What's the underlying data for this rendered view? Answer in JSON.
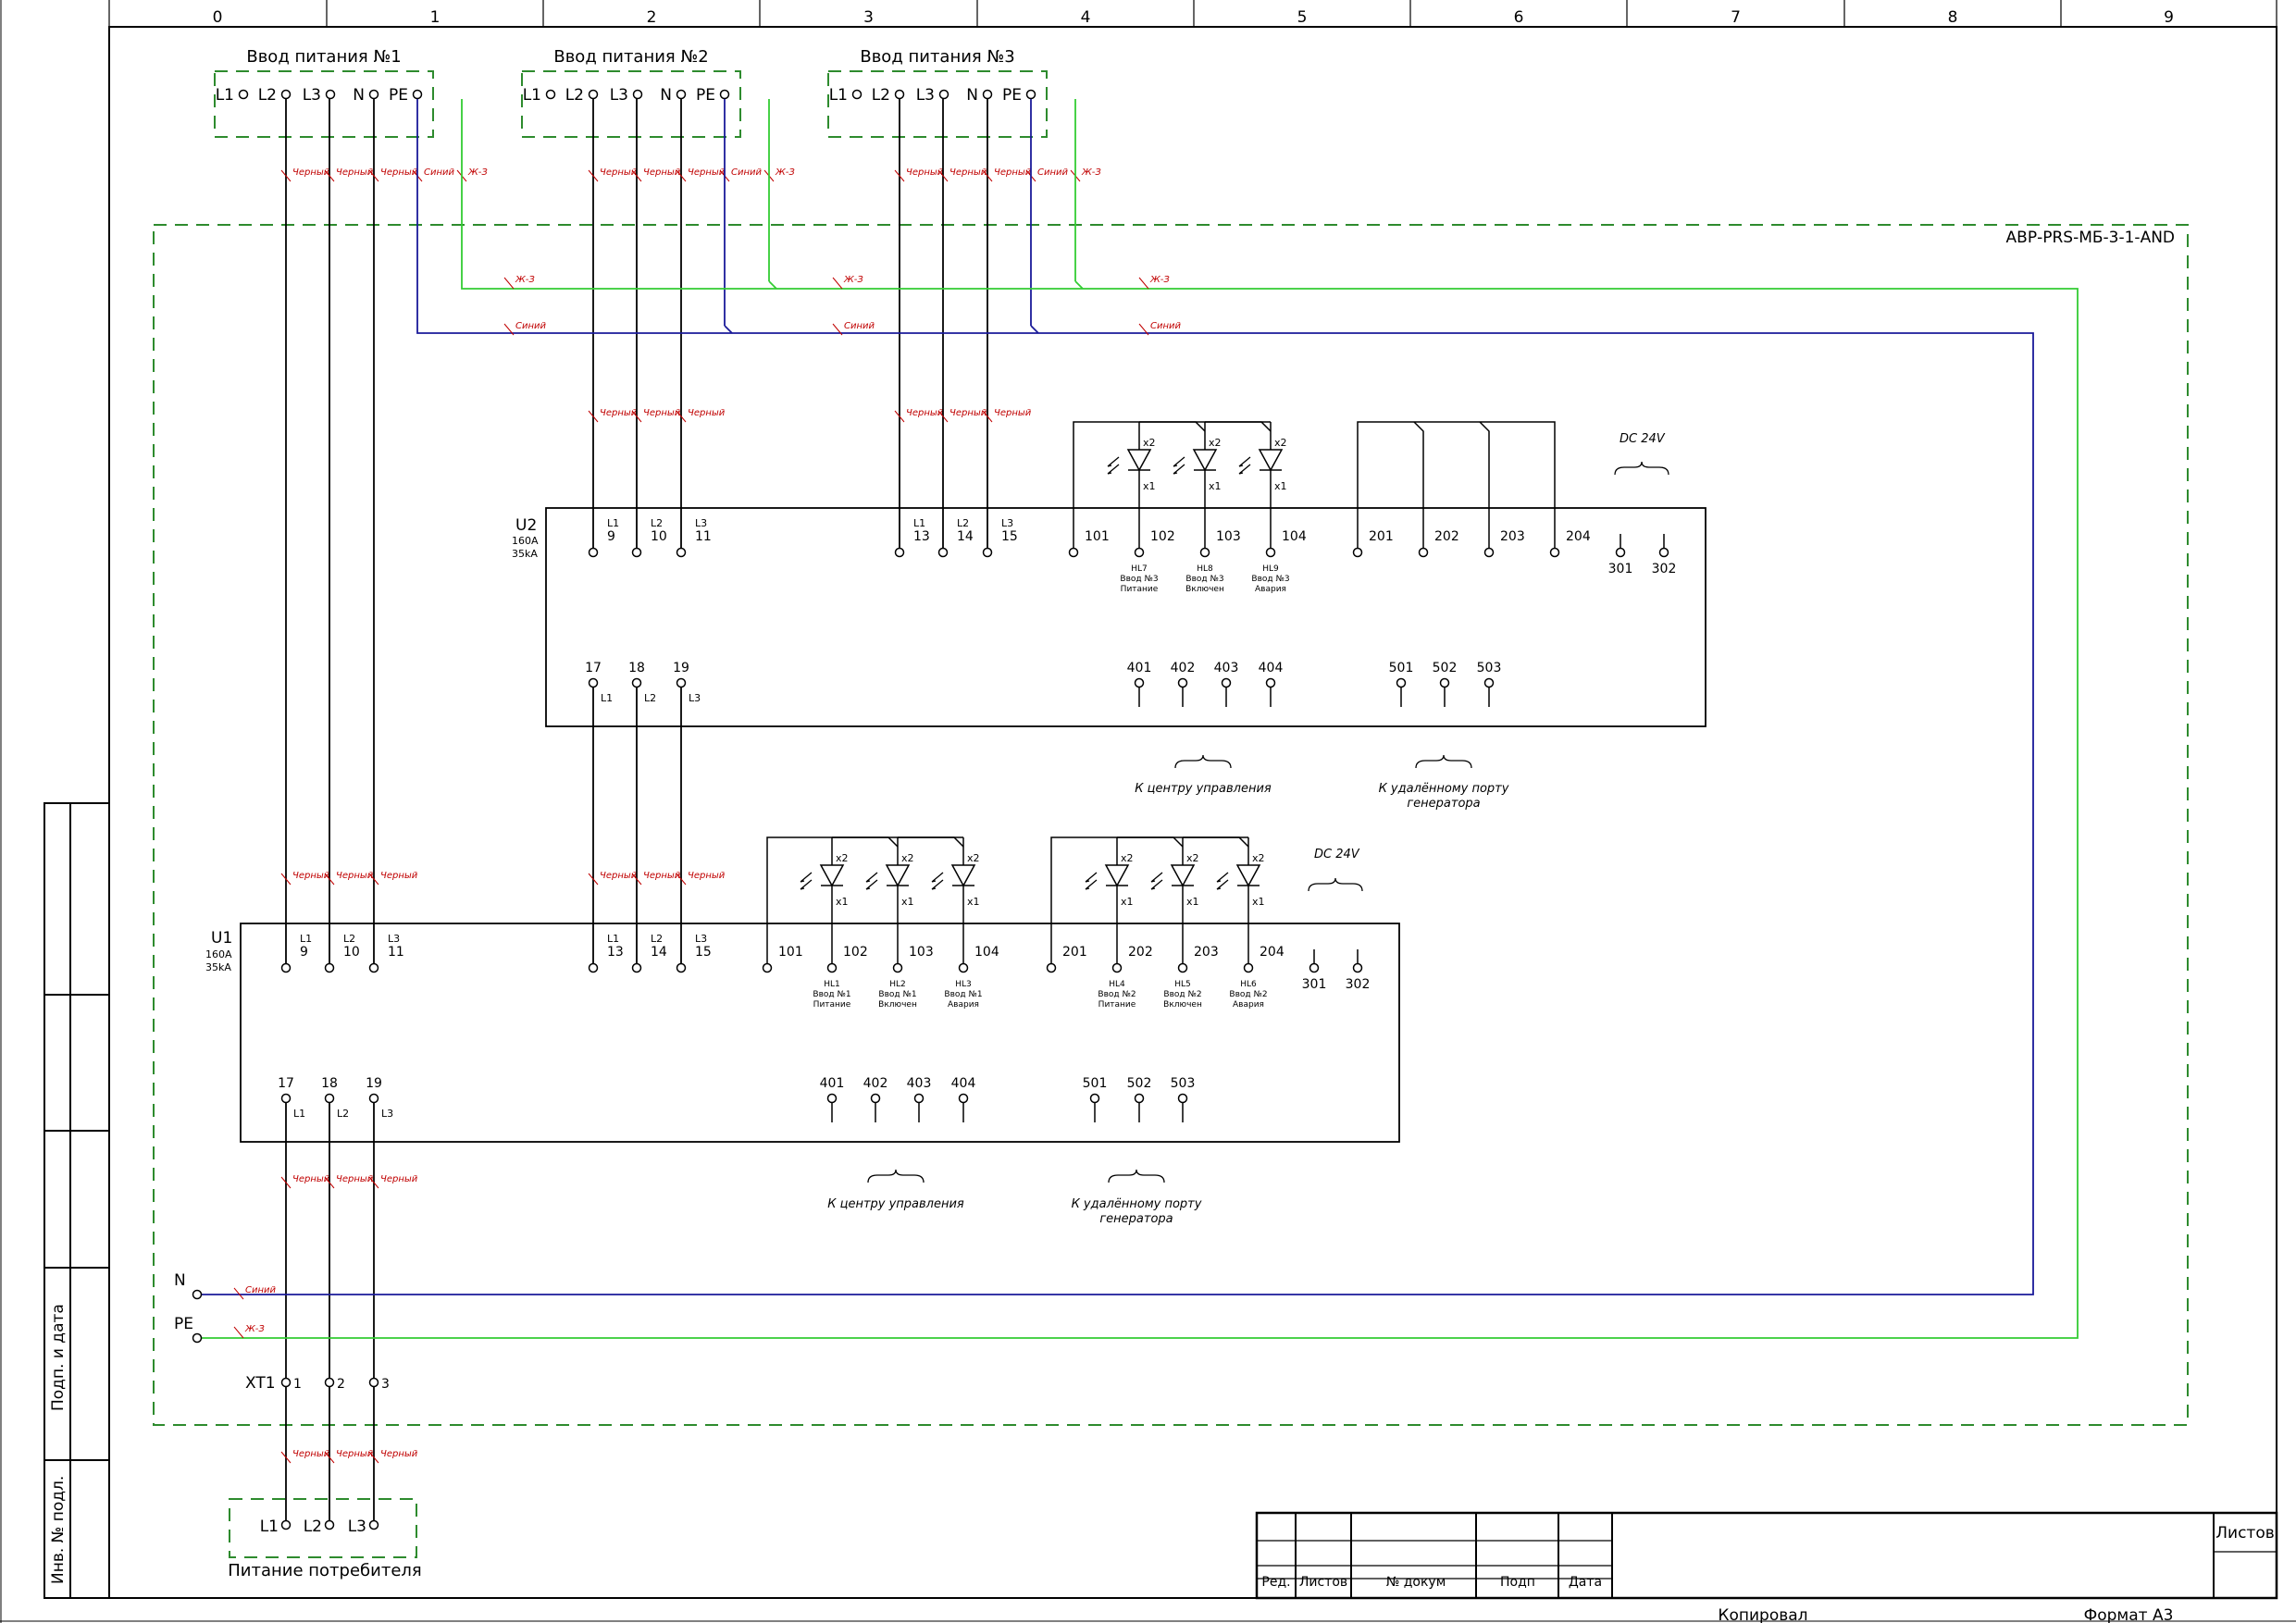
{
  "columns": [
    "0",
    "1",
    "2",
    "3",
    "4",
    "5",
    "6",
    "7",
    "8",
    "9"
  ],
  "device_title": "АВР-PRS-МБ-3-1-AND",
  "inputs": [
    {
      "title": "Ввод питания №1",
      "terms": [
        "L1",
        "L2",
        "L3",
        "N",
        "PE"
      ]
    },
    {
      "title": "Ввод питания №2",
      "terms": [
        "L1",
        "L2",
        "L3",
        "N",
        "PE"
      ]
    },
    {
      "title": "Ввод питания №3",
      "terms": [
        "L1",
        "L2",
        "L3",
        "N",
        "PE"
      ]
    }
  ],
  "wire_labels": {
    "black": "Черный",
    "blue": "Синий",
    "pe": "Ж-З"
  },
  "colors": {
    "frame": "#000000",
    "wire": "#000000",
    "pe": "#33cc33",
    "neutral": "#1a1a99",
    "label": "#c00000",
    "dash": "#2e8b2e"
  },
  "u2": {
    "name": "U2",
    "rating": "160A",
    "icu": "35kA",
    "phase_top_a": [
      {
        "ph": "L1",
        "n": "9"
      },
      {
        "ph": "L2",
        "n": "10"
      },
      {
        "ph": "L3",
        "n": "11"
      }
    ],
    "phase_top_b": [
      {
        "ph": "L1",
        "n": "13"
      },
      {
        "ph": "L2",
        "n": "14"
      },
      {
        "ph": "L3",
        "n": "15"
      }
    ],
    "ctrl_a": [
      "101",
      "102",
      "103",
      "104"
    ],
    "ctrl_b": [
      "201",
      "202",
      "203",
      "204"
    ],
    "aux": [
      "301",
      "302"
    ],
    "bottom_phase": [
      {
        "n": "17",
        "ph": "L1"
      },
      {
        "n": "18",
        "ph": "L2"
      },
      {
        "n": "19",
        "ph": "L3"
      }
    ],
    "bottom_a": [
      "401",
      "402",
      "403",
      "404"
    ],
    "bottom_b": [
      "501",
      "502",
      "503"
    ],
    "lamps": [
      {
        "tag": "HL7",
        "l1": "Ввод №3",
        "l2": "Питание"
      },
      {
        "tag": "HL8",
        "l1": "Ввод №3",
        "l2": "Включен"
      },
      {
        "tag": "HL9",
        "l1": "Ввод №3",
        "l2": "Авария"
      }
    ],
    "dc": "DC 24V",
    "note_a": "К центру управления",
    "note_b1": "К удалённому порту",
    "note_b2": "генератора"
  },
  "u1": {
    "name": "U1",
    "rating": "160A",
    "icu": "35kA",
    "phase_top_a": [
      {
        "ph": "L1",
        "n": "9"
      },
      {
        "ph": "L2",
        "n": "10"
      },
      {
        "ph": "L3",
        "n": "11"
      }
    ],
    "phase_top_b": [
      {
        "ph": "L1",
        "n": "13"
      },
      {
        "ph": "L2",
        "n": "14"
      },
      {
        "ph": "L3",
        "n": "15"
      }
    ],
    "ctrl_a": [
      "101",
      "102",
      "103",
      "104"
    ],
    "ctrl_b": [
      "201",
      "202",
      "203",
      "204"
    ],
    "aux": [
      "301",
      "302"
    ],
    "bottom_phase": [
      {
        "n": "17",
        "ph": "L1"
      },
      {
        "n": "18",
        "ph": "L2"
      },
      {
        "n": "19",
        "ph": "L3"
      }
    ],
    "bottom_a": [
      "401",
      "402",
      "403",
      "404"
    ],
    "bottom_b": [
      "501",
      "502",
      "503"
    ],
    "lamps_a": [
      {
        "tag": "HL1",
        "l1": "Ввод №1",
        "l2": "Питание"
      },
      {
        "tag": "HL2",
        "l1": "Ввод №1",
        "l2": "Включен"
      },
      {
        "tag": "HL3",
        "l1": "Ввод №1",
        "l2": "Авария"
      }
    ],
    "lamps_b": [
      {
        "tag": "HL4",
        "l1": "Ввод №2",
        "l2": "Питание"
      },
      {
        "tag": "HL5",
        "l1": "Ввод №2",
        "l2": "Включен"
      },
      {
        "tag": "HL6",
        "l1": "Ввод №2",
        "l2": "Авария"
      }
    ],
    "dc": "DC 24V",
    "note_a": "К центру управления",
    "note_b1": "К удалённому порту",
    "note_b2": "генератора"
  },
  "led_pins": {
    "anode": "x2",
    "cathode": "x1"
  },
  "bus": {
    "n": "N",
    "pe": "PE"
  },
  "xt1": {
    "name": "XT1",
    "terms": [
      "1",
      "2",
      "3"
    ]
  },
  "consumer": {
    "title": "Питание потребителя",
    "terms": [
      "L1",
      "L2",
      "L3"
    ]
  },
  "stamp": {
    "red": "Ред.",
    "sheets": "Листов",
    "doc": "№ докум",
    "sign": "Подп",
    "date": "Дата",
    "sheets_right": "Листов"
  },
  "side": {
    "sign_date": "Подп. и дата",
    "inv": "Инв. № подл."
  },
  "footer": {
    "copied": "Копировал",
    "format": "Формат A3"
  }
}
